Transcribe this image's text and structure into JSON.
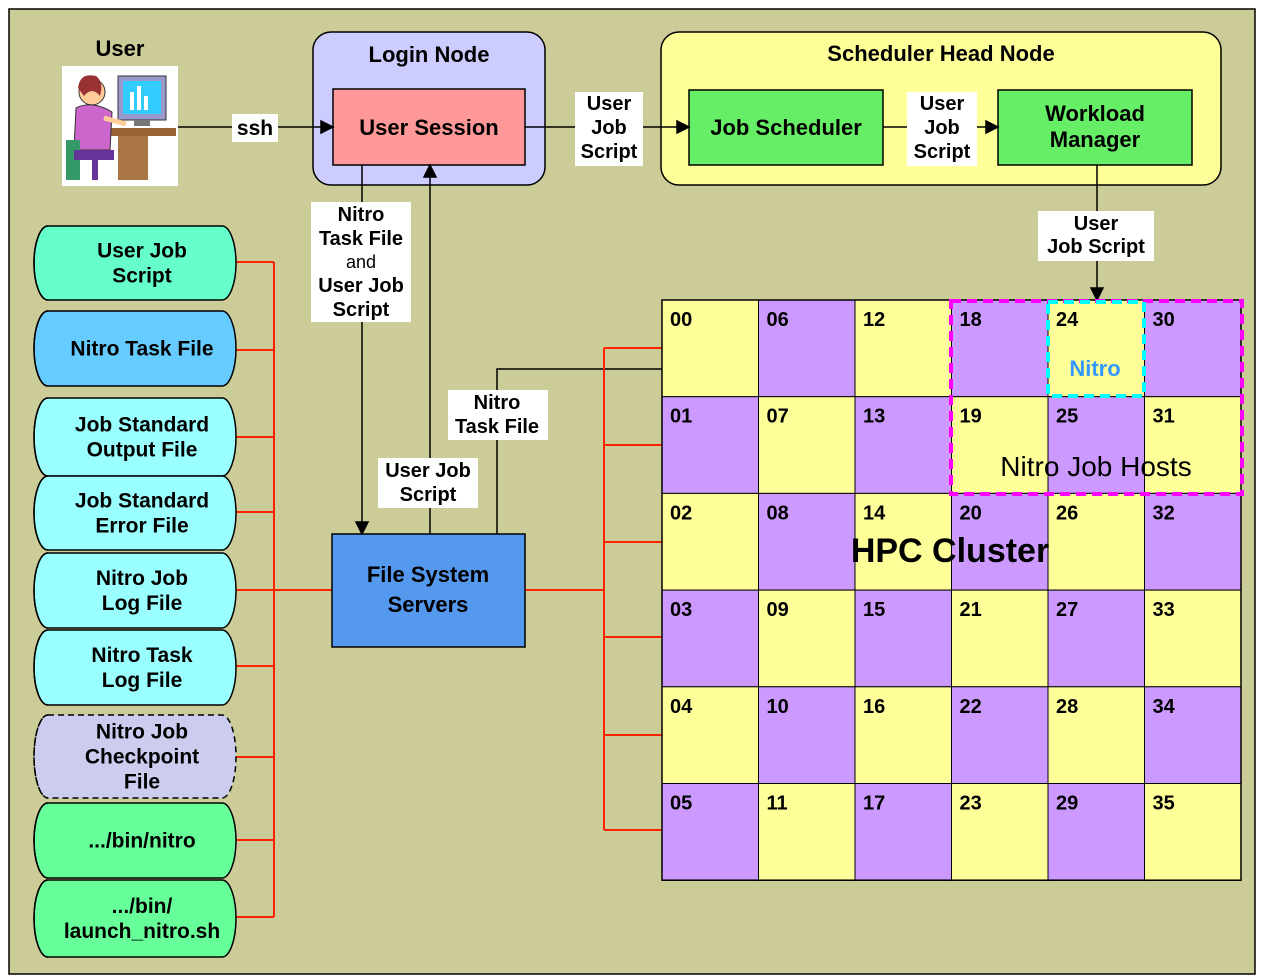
{
  "user": {
    "label": "User"
  },
  "login_node": {
    "title": "Login Node",
    "session": "User Session"
  },
  "scheduler_node": {
    "title": "Scheduler Head Node",
    "job_scheduler": "Job Scheduler",
    "workload_manager": [
      "Workload",
      "Manager"
    ]
  },
  "edges": {
    "ssh": "ssh",
    "script_to_scheduler": [
      "User",
      "Job",
      "Script"
    ],
    "script_to_wm": [
      "User",
      "Job",
      "Script"
    ],
    "script_to_hosts": [
      "User",
      "Job Script"
    ],
    "login_to_fs": [
      "Nitro",
      "Task File",
      "and",
      "User Job",
      "Script"
    ],
    "fs_to_login": [
      "User Job",
      "Script"
    ],
    "fs_to_nitro": [
      "Nitro",
      "Task File"
    ]
  },
  "fs_servers": [
    "File System",
    "Servers"
  ],
  "files": [
    {
      "lines": [
        "User Job",
        "Script"
      ],
      "color": "#66ffcc",
      "style": "solid"
    },
    {
      "lines": [
        "Nitro Task File"
      ],
      "color": "#66ccff",
      "style": "solid"
    },
    {
      "lines": [
        "Job Standard",
        "Output File"
      ],
      "color": "#99ffff",
      "style": "solid"
    },
    {
      "lines": [
        "Job Standard",
        "Error File"
      ],
      "color": "#99ffff",
      "style": "solid"
    },
    {
      "lines": [
        "Nitro Job",
        "Log File"
      ],
      "color": "#99ffff",
      "style": "solid"
    },
    {
      "lines": [
        "Nitro Task",
        "Log File"
      ],
      "color": "#99ffff",
      "style": "solid"
    },
    {
      "lines": [
        "Nitro Job",
        "Checkpoint",
        "File"
      ],
      "color": "#ccccee",
      "style": "dashed"
    },
    {
      "lines": [
        ".../bin/nitro"
      ],
      "color": "#66ff99",
      "style": "solid"
    },
    {
      "lines": [
        ".../bin/",
        "launch_nitro.sh"
      ],
      "color": "#66ff99",
      "style": "solid"
    }
  ],
  "cluster": {
    "title": "HPC Cluster",
    "host_group_label": "Nitro Job Hosts",
    "nitro_label": "Nitro",
    "nodes": [
      "00",
      "01",
      "02",
      "03",
      "04",
      "05",
      "06",
      "07",
      "08",
      "09",
      "10",
      "11",
      "12",
      "13",
      "14",
      "15",
      "16",
      "17",
      "18",
      "19",
      "20",
      "21",
      "22",
      "23",
      "24",
      "25",
      "26",
      "27",
      "28",
      "29",
      "30",
      "31",
      "32",
      "33",
      "34",
      "35"
    ],
    "color_yellow": "#ffff99",
    "color_purple": "#cc99ff"
  },
  "colors": {
    "background": "#cccc99",
    "login_node_bg": "#ccccff",
    "session_bg": "#ff9999",
    "scheduler_bg": "#ffff99",
    "scheduler_box": "#66ee66",
    "fs_bg": "#5599ee",
    "red_line": "#ff2200",
    "magenta": "#ff00ff",
    "cyan": "#00ffff",
    "nitro_text": "#3399ff"
  }
}
